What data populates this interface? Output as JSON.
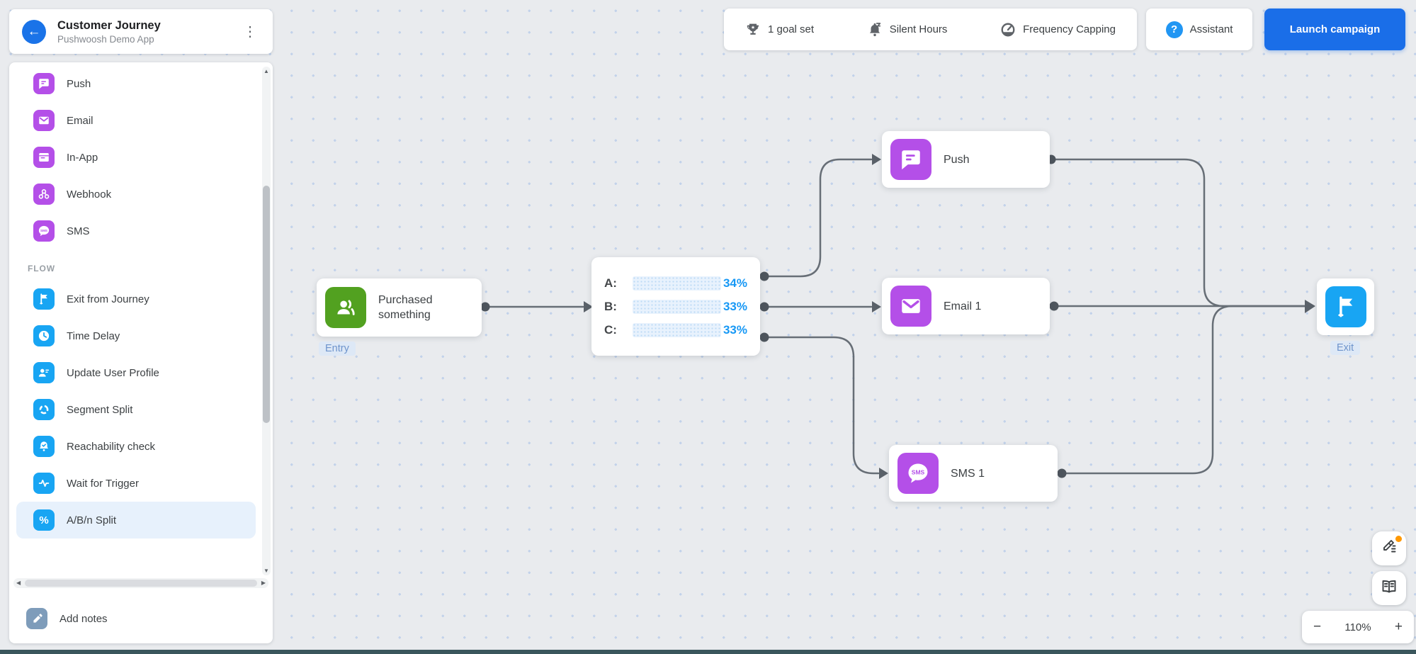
{
  "header": {
    "title": "Customer Journey",
    "subtitle": "Pushwoosh Demo App"
  },
  "sidebar": {
    "channel_items": [
      {
        "label": "Push",
        "icon": "push-icon"
      },
      {
        "label": "Email",
        "icon": "email-icon"
      },
      {
        "label": "In-App",
        "icon": "inapp-icon"
      },
      {
        "label": "Webhook",
        "icon": "webhook-icon"
      },
      {
        "label": "SMS",
        "icon": "sms-icon"
      }
    ],
    "flow_heading": "FLOW",
    "flow_items": [
      {
        "label": "Exit from Journey",
        "icon": "exit-flag-icon"
      },
      {
        "label": "Time Delay",
        "icon": "clock-icon"
      },
      {
        "label": "Update User Profile",
        "icon": "user-profile-icon"
      },
      {
        "label": "Segment Split",
        "icon": "segment-split-icon"
      },
      {
        "label": "Reachability check",
        "icon": "reachability-icon"
      },
      {
        "label": "Wait for Trigger",
        "icon": "trigger-icon"
      },
      {
        "label": "A/B/n Split",
        "icon": "percent-icon",
        "selected": true
      }
    ],
    "add_notes_label": "Add notes"
  },
  "toolbar": {
    "goal_label": "1 goal set",
    "silent_hours_label": "Silent Hours",
    "frequency_capping_label": "Frequency Capping",
    "assistant_label": "Assistant",
    "assistant_icon_glyph": "?",
    "launch_label": "Launch campaign"
  },
  "canvas": {
    "entry_node": {
      "title": "Purchased something",
      "badge": "Entry"
    },
    "split_node": {
      "variants": [
        {
          "label": "A:",
          "value": 34,
          "pct_text": "34%"
        },
        {
          "label": "B:",
          "value": 33,
          "pct_text": "33%"
        },
        {
          "label": "C:",
          "value": 33,
          "pct_text": "33%"
        }
      ]
    },
    "push_node_label": "Push",
    "email_node_label": "Email 1",
    "sms_node_label": "SMS 1",
    "exit_badge": "Exit"
  },
  "zoom_controls": {
    "minus": "−",
    "level": "110%",
    "plus": "+"
  },
  "colors": {
    "channel_purple": "#b44fe8",
    "flow_blue": "#18a5f3",
    "entry_green": "#52a120",
    "accent_blue": "#1798f5",
    "launch_blue": "#1a6ee8",
    "connector_gray": "#676e76",
    "orange_badge": "#ff9800"
  }
}
